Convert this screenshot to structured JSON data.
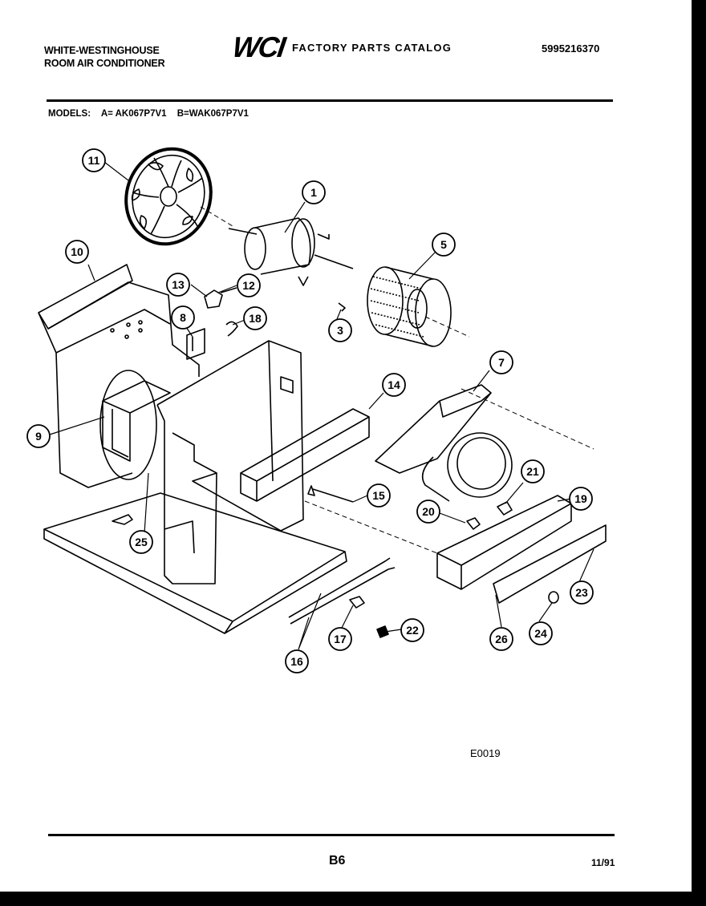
{
  "header": {
    "brand_line1": "WHITE-WESTINGHOUSE",
    "brand_line2": "ROOM AIR CONDITIONER",
    "logo_mark": "WCI",
    "logo_text": "FACTORY PARTS CATALOG",
    "catalog_number": "5995216370"
  },
  "models": {
    "label": "MODELS:",
    "model_a": "A= AK067P7V1",
    "model_b": "B=WAK067P7V1"
  },
  "callouts": [
    "1",
    "3",
    "5",
    "7",
    "8",
    "9",
    "10",
    "11",
    "12",
    "13",
    "14",
    "15",
    "16",
    "17",
    "18",
    "19",
    "20",
    "21",
    "22",
    "23",
    "24",
    "25",
    "26"
  ],
  "reference_code": "E0019",
  "footer": {
    "page": "B6",
    "date": "11/91"
  }
}
